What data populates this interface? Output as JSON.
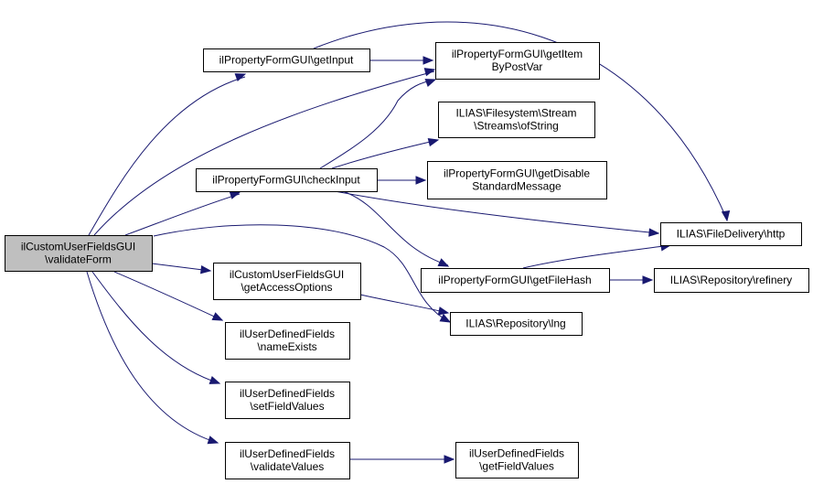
{
  "diagram": {
    "type": "call-graph",
    "colors": {
      "edge": "#191970",
      "root_fill": "#bfbfbf",
      "node_fill": "#ffffff",
      "border": "#000000"
    },
    "nodes": [
      {
        "id": "validateForm",
        "lines": [
          "ilCustomUserFieldsGUI",
          "\\validateForm"
        ],
        "root": true
      },
      {
        "id": "getInput",
        "lines": [
          "ilPropertyFormGUI\\getInput"
        ]
      },
      {
        "id": "getItemByPostVar",
        "lines": [
          "ilPropertyFormGUI\\getItem",
          "ByPostVar"
        ]
      },
      {
        "id": "ofString",
        "lines": [
          "ILIAS\\Filesystem\\Stream",
          "\\Streams\\ofString"
        ]
      },
      {
        "id": "checkInput",
        "lines": [
          "ilPropertyFormGUI\\checkInput"
        ]
      },
      {
        "id": "getDisableStandardMessage",
        "lines": [
          "ilPropertyFormGUI\\getDisable",
          "StandardMessage"
        ]
      },
      {
        "id": "http",
        "lines": [
          "ILIAS\\FileDelivery\\http"
        ]
      },
      {
        "id": "getFileHash",
        "lines": [
          "ilPropertyFormGUI\\getFileHash"
        ]
      },
      {
        "id": "refinery",
        "lines": [
          "ILIAS\\Repository\\refinery"
        ]
      },
      {
        "id": "getAccessOptions",
        "lines": [
          "ilCustomUserFieldsGUI",
          "\\getAccessOptions"
        ]
      },
      {
        "id": "lng",
        "lines": [
          "ILIAS\\Repository\\lng"
        ]
      },
      {
        "id": "nameExists",
        "lines": [
          "ilUserDefinedFields",
          "\\nameExists"
        ]
      },
      {
        "id": "setFieldValues",
        "lines": [
          "ilUserDefinedFields",
          "\\setFieldValues"
        ]
      },
      {
        "id": "validateValues",
        "lines": [
          "ilUserDefinedFields",
          "\\validateValues"
        ]
      },
      {
        "id": "getFieldValues",
        "lines": [
          "ilUserDefinedFields",
          "\\getFieldValues"
        ]
      }
    ],
    "edges": [
      {
        "from": "validateForm",
        "to": "getInput"
      },
      {
        "from": "validateForm",
        "to": "getItemByPostVar"
      },
      {
        "from": "validateForm",
        "to": "checkInput"
      },
      {
        "from": "validateForm",
        "to": "lng"
      },
      {
        "from": "validateForm",
        "to": "getAccessOptions"
      },
      {
        "from": "validateForm",
        "to": "nameExists"
      },
      {
        "from": "validateForm",
        "to": "setFieldValues"
      },
      {
        "from": "validateForm",
        "to": "validateValues"
      },
      {
        "from": "getInput",
        "to": "getItemByPostVar"
      },
      {
        "from": "getInput",
        "to": "http"
      },
      {
        "from": "checkInput",
        "to": "getItemByPostVar"
      },
      {
        "from": "checkInput",
        "to": "ofString"
      },
      {
        "from": "checkInput",
        "to": "getDisableStandardMessage"
      },
      {
        "from": "checkInput",
        "to": "http"
      },
      {
        "from": "checkInput",
        "to": "getFileHash"
      },
      {
        "from": "getFileHash",
        "to": "http"
      },
      {
        "from": "getFileHash",
        "to": "refinery"
      },
      {
        "from": "getAccessOptions",
        "to": "lng"
      },
      {
        "from": "validateValues",
        "to": "getFieldValues"
      }
    ]
  }
}
